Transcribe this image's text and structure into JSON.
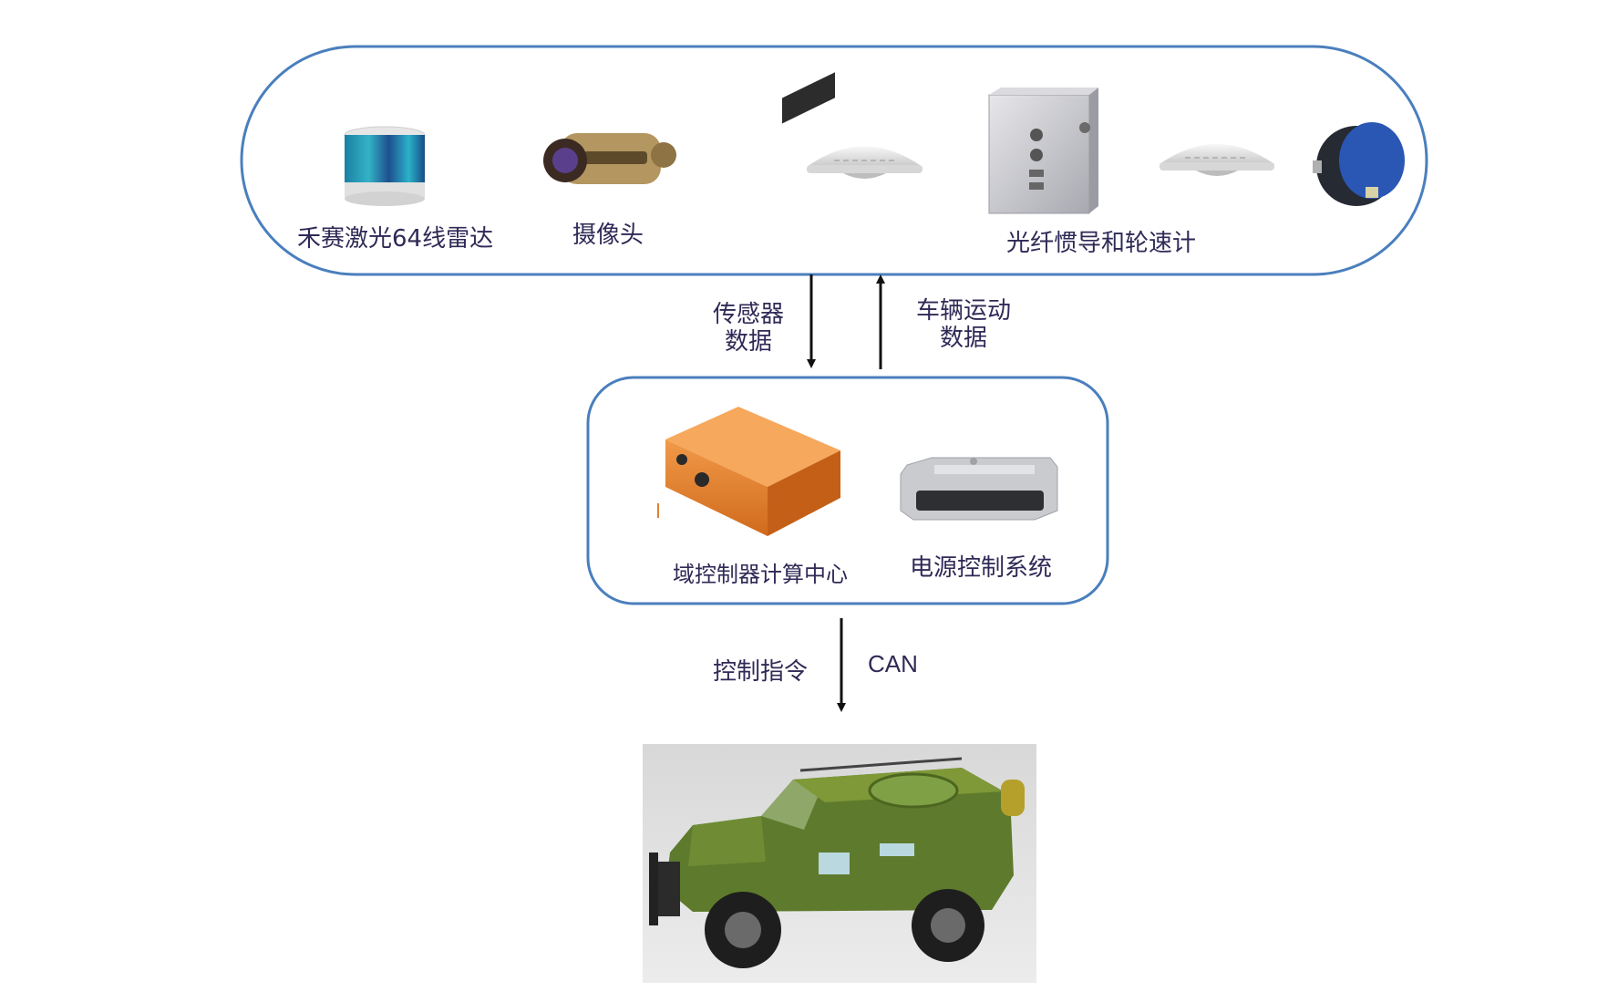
{
  "sensors_group": {
    "lidar_label": "禾赛激光64线雷达",
    "camera_label": "摄像头",
    "ins_label": "光纤惯导和轮速计"
  },
  "flows": {
    "sensor_data_line1": "传感器",
    "sensor_data_line2": "数据",
    "motion_data_line1": "车辆运动",
    "motion_data_line2": "数据",
    "control_cmd": "控制指令",
    "bus": "CAN"
  },
  "controller_group": {
    "domain_controller_label": "域控制器计算中心",
    "power_control_label": "电源控制系统"
  },
  "colors": {
    "group_border": "#4a7fbd",
    "text": "#2f2a56",
    "arrow": "#111111"
  }
}
